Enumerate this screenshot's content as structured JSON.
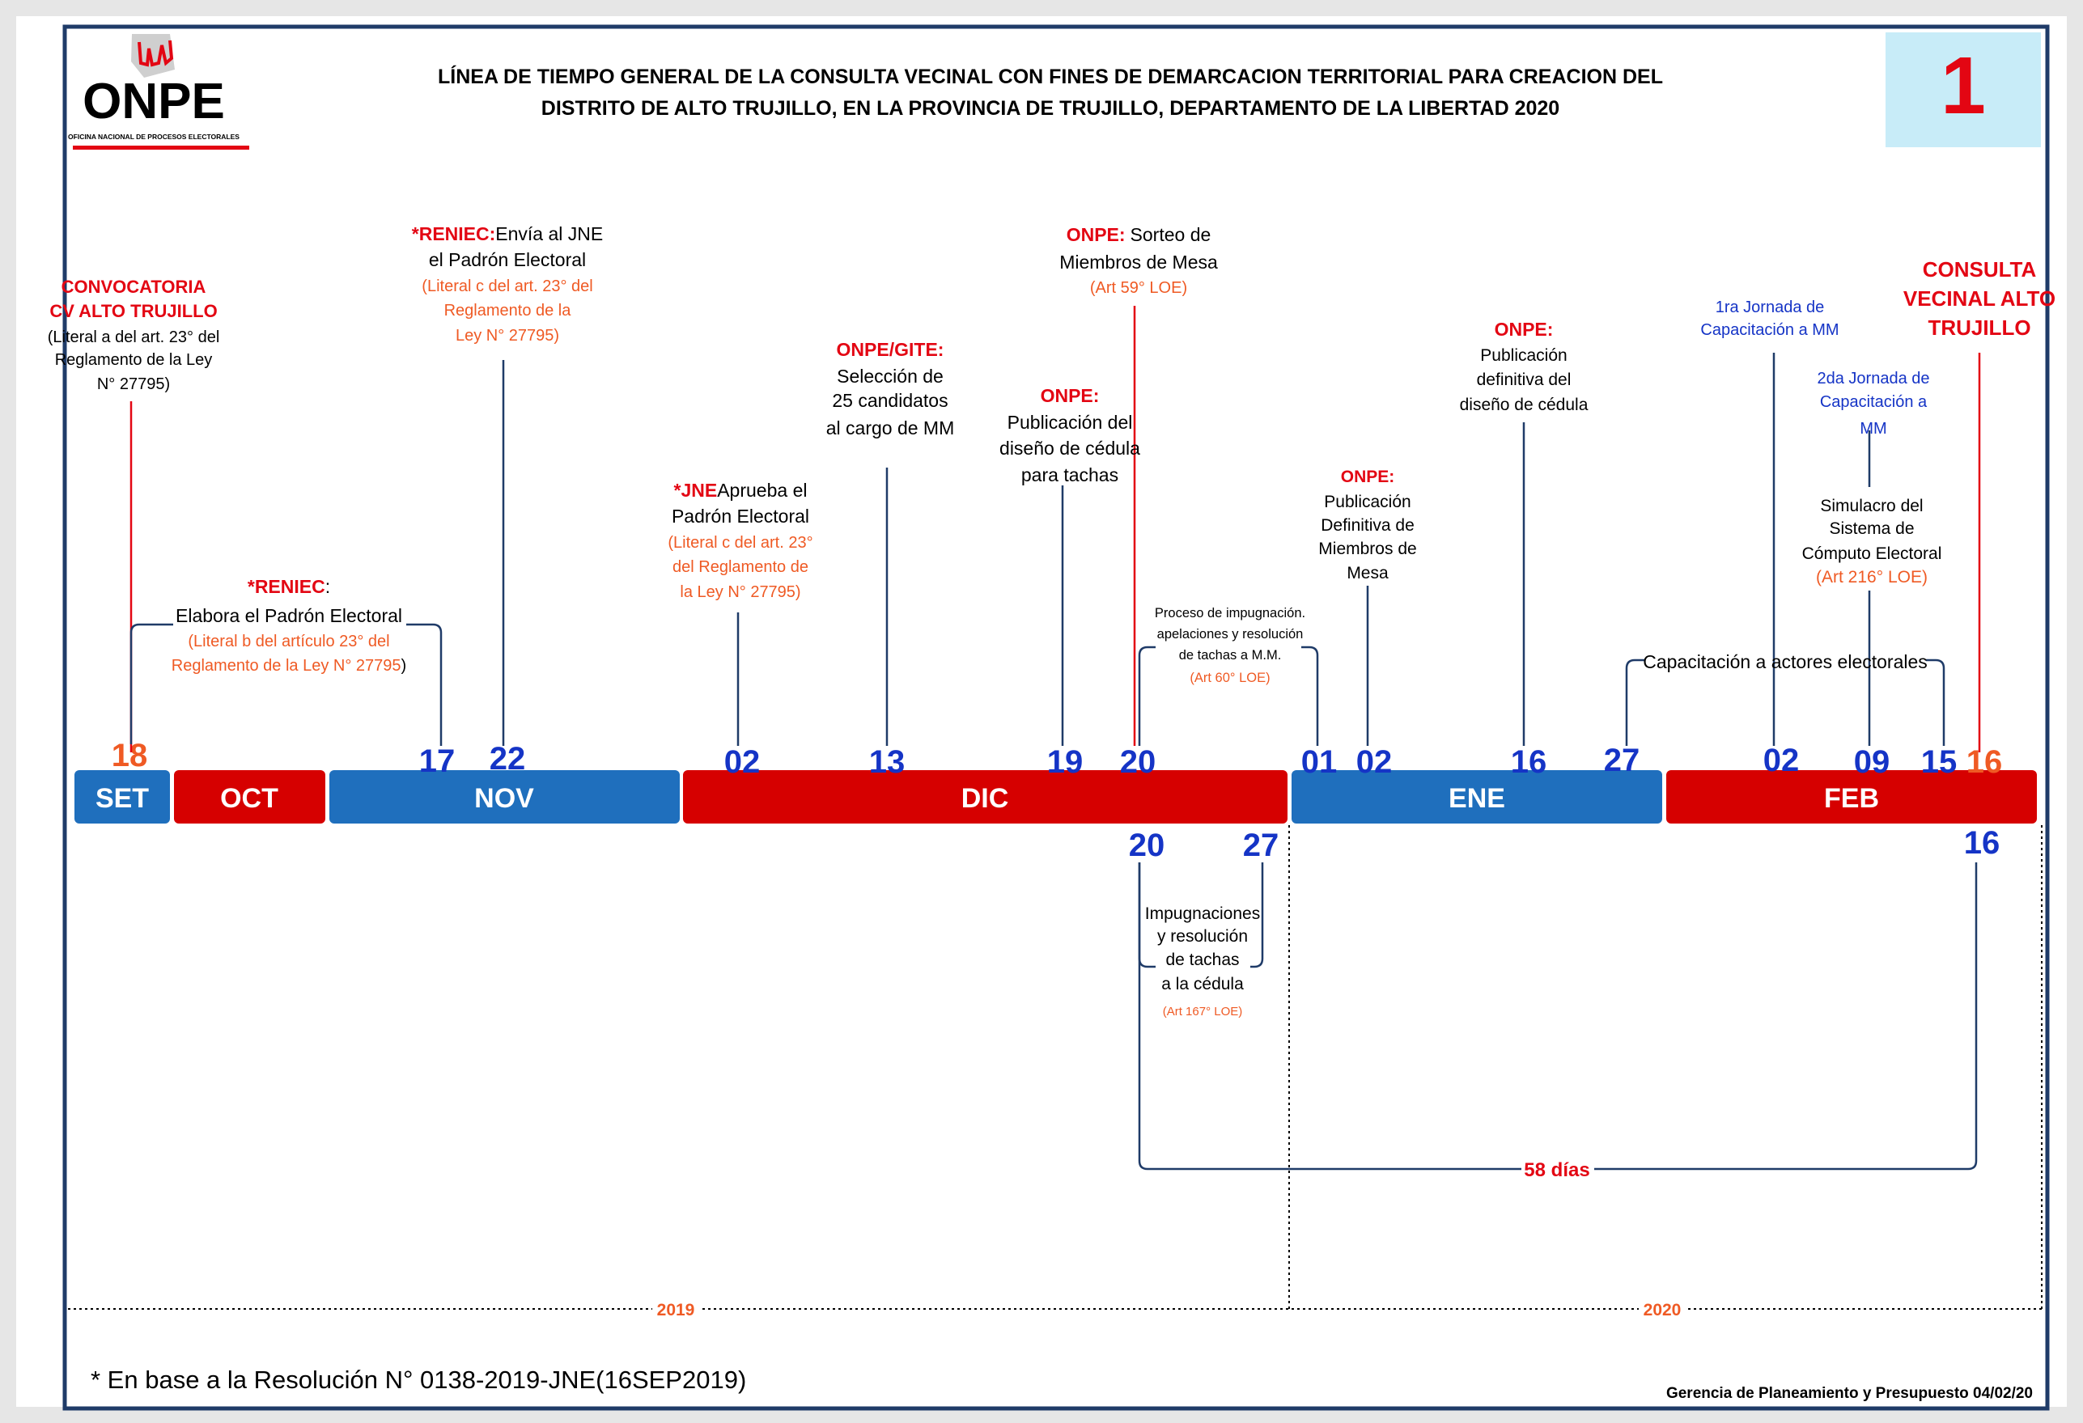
{
  "header": {
    "title_line1": "LÍNEA DE TIEMPO GENERAL DE LA CONSULTA VECINAL CON FINES DE DEMARCACION TERRITORIAL PARA CREACION DEL",
    "title_line2": "DISTRITO DE ALTO TRUJILLO, EN LA PROVINCIA DE TRUJILLO, DEPARTAMENTO DE LA LIBERTAD 2020",
    "page_number": "1"
  },
  "logo": {
    "text": "ONPE",
    "subtext": "OFICINA NACIONAL DE PROCESOS ELECTORALES"
  },
  "colors": {
    "red": "#e30613",
    "blue": "#1f6fbd",
    "dark_blue": "#1534c6",
    "orange": "#ef5a24",
    "navy": "#1f3b68",
    "badge": "#c8ecf8"
  },
  "months": [
    {
      "label": "SET",
      "color": "blue"
    },
    {
      "label": "OCT",
      "color": "red"
    },
    {
      "label": "NOV",
      "color": "blue"
    },
    {
      "label": "DIC",
      "color": "red"
    },
    {
      "label": "ENE",
      "color": "blue"
    },
    {
      "label": "FEB",
      "color": "red"
    }
  ],
  "dates_above": [
    "18",
    "17",
    "22",
    "02",
    "13",
    "19",
    "20",
    "01",
    "02",
    "16",
    "27",
    "02",
    "09",
    "15",
    "16"
  ],
  "dates_below": [
    "20",
    "27",
    "16"
  ],
  "events": {
    "convocatoria": {
      "line1": "CONVOCATORIA",
      "line2": "CV ALTO TRUJILLO",
      "ref1": "(Literal a del art. 23° del",
      "ref2": "Reglamento de la Ley",
      "ref3": "N° 27795)"
    },
    "reniec_padron": {
      "org": "*RENIEC",
      "colon": ":",
      "text": "Elabora el Padrón Electoral",
      "ref1": "(Literal b del artículo 23° del",
      "ref2": "Reglamento de la Ley N° 27795",
      "ref2_close": ")"
    },
    "reniec_envia": {
      "org": "*RENIEC:",
      "text1": "Envía al JNE",
      "text2": "el Padrón Electoral",
      "ref1": "(Literal c del art. 23° del",
      "ref2": "Reglamento de la",
      "ref3": "Ley N° 27795)"
    },
    "jne_aprueba": {
      "org": "*JNE",
      "text1": "Aprueba el",
      "text2": "Padrón Electoral",
      "ref1": "(Literal c del art. 23°",
      "ref2": "del Reglamento de",
      "ref3": "la Ley N° 27795)"
    },
    "onpe_gite": {
      "org": "ONPE/GITE:",
      "text1": "Selección de",
      "text2": "25 candidatos",
      "text3": "al cargo de MM"
    },
    "onpe_cedula_tachas": {
      "org": "ONPE:",
      "text1": "Publicación del",
      "text2": "diseño de cédula",
      "text3": "para tachas"
    },
    "onpe_sorteo": {
      "org": "ONPE:",
      "text1": "Sorteo de",
      "text2": "Miembros de Mesa",
      "ref": "(Art 59° LOE)"
    },
    "impugnacion_mm": {
      "text1": "Proceso de impugnación.",
      "text2": "apelaciones y resolución",
      "text3": "de tachas a M.M.",
      "ref": "(Art 60° LOE)"
    },
    "onpe_definitiva_mm": {
      "org": "ONPE:",
      "text1": "Publicación",
      "text2": "Definitiva de",
      "text3": "Miembros de",
      "text4": "Mesa"
    },
    "onpe_definitiva_cedula": {
      "org": "ONPE:",
      "text1": "Publicación",
      "text2": "definitiva del",
      "text3": "diseño de cédula"
    },
    "capacitacion": {
      "text": "Capacitación a actores electorales"
    },
    "jornada1": {
      "text1": "1ra Jornada de",
      "text2": "Capacitación a MM"
    },
    "jornada2": {
      "text1": "2da Jornada  de",
      "text2": "Capacitación a",
      "text3": "MM"
    },
    "simulacro": {
      "text1": "Simulacro del",
      "text2": "Sistema de",
      "text3": "Cómputo Electoral",
      "ref": "(Art 216° LOE)"
    },
    "consulta": {
      "line1": "CONSULTA",
      "line2": "VECINAL ALTO",
      "line3": "TRUJILLO"
    },
    "impugnaciones_cedula": {
      "text1": "Impugnaciones",
      "text2": "y resolución",
      "text3": "de tachas",
      "text4": "a la cédula",
      "ref": "(Art 167° LOE)"
    },
    "span": {
      "label": "58 días"
    }
  },
  "years": [
    "2019",
    "2020"
  ],
  "footer": {
    "note": "* En base a la Resolución N° 0138-2019-JNE(16SEP2019)",
    "credit": "Gerencia de Planeamiento y Presupuesto 04/02/20"
  }
}
